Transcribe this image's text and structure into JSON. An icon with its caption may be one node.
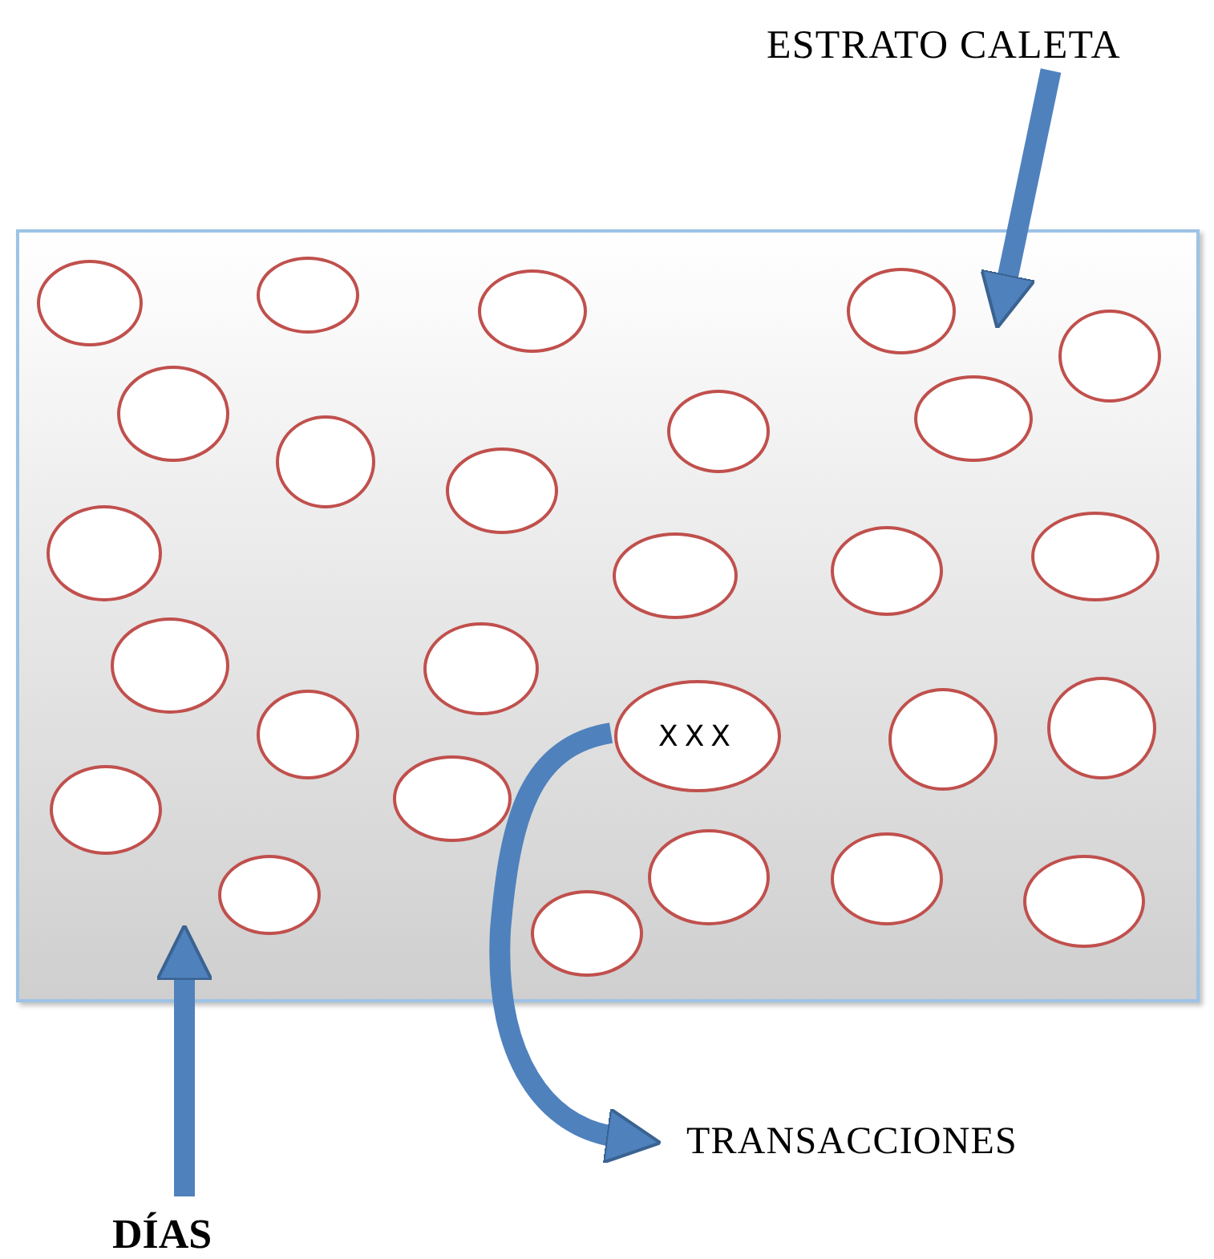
{
  "diagram": {
    "nodes": [
      {
        "text": [
          "ESTRATO CALETA"
        ]
      },
      {
        "text": [],
        "shape": "box"
      },
      {
        "text": [],
        "shape": "circle",
        "in": 1
      },
      {
        "text": [],
        "shape": "circle",
        "in": 1
      },
      {
        "text": [],
        "shape": "circle",
        "in": 1
      },
      {
        "text": [],
        "shape": "circle",
        "in": 1
      },
      {
        "text": [],
        "shape": "circle",
        "in": 1
      },
      {
        "text": [],
        "shape": "circle",
        "in": 1
      },
      {
        "text": [],
        "shape": "circle",
        "in": 1
      },
      {
        "text": [],
        "shape": "circle",
        "in": 1
      },
      {
        "text": [],
        "shape": "circle",
        "in": 1
      },
      {
        "text": [],
        "shape": "circle",
        "in": 1
      },
      {
        "text": [],
        "shape": "circle",
        "in": 1
      },
      {
        "text": [],
        "shape": "circle",
        "in": 1
      },
      {
        "text": [],
        "shape": "circle",
        "in": 1
      },
      {
        "text": [],
        "shape": "circle",
        "in": 1
      },
      {
        "text": [],
        "shape": "circle",
        "in": 1
      },
      {
        "text": [],
        "shape": "circle",
        "in": 1
      },
      {
        "text": [],
        "shape": "circle",
        "in": 1
      },
      {
        "text": [
          "XXX"
        ],
        "in": 1
      },
      {
        "text": [],
        "shape": "circle",
        "in": 1
      },
      {
        "text": [],
        "shape": "circle",
        "in": 1
      },
      {
        "text": [],
        "shape": "circle",
        "in": 1
      },
      {
        "text": [],
        "shape": "circle",
        "in": 1
      },
      {
        "text": [],
        "shape": "circle",
        "in": 1
      },
      {
        "text": [],
        "shape": "circle",
        "in": 1
      },
      {
        "text": [],
        "shape": "circle",
        "in": 1
      },
      {
        "text": [],
        "shape": "circle",
        "in": 1
      },
      {
        "text": [],
        "shape": "circle",
        "in": 1
      },
      {
        "text": [
          "TRANSACCIONES"
        ]
      },
      {
        "text": [
          "DÍAS"
        ]
      }
    ],
    "edges": [
      {
        "from": 0,
        "to": 1,
        "arrow": "to"
      },
      {
        "from": 19,
        "to": 29,
        "arrow": "to"
      },
      {
        "from": 30,
        "to": 1,
        "arrow": "to"
      }
    ]
  }
}
